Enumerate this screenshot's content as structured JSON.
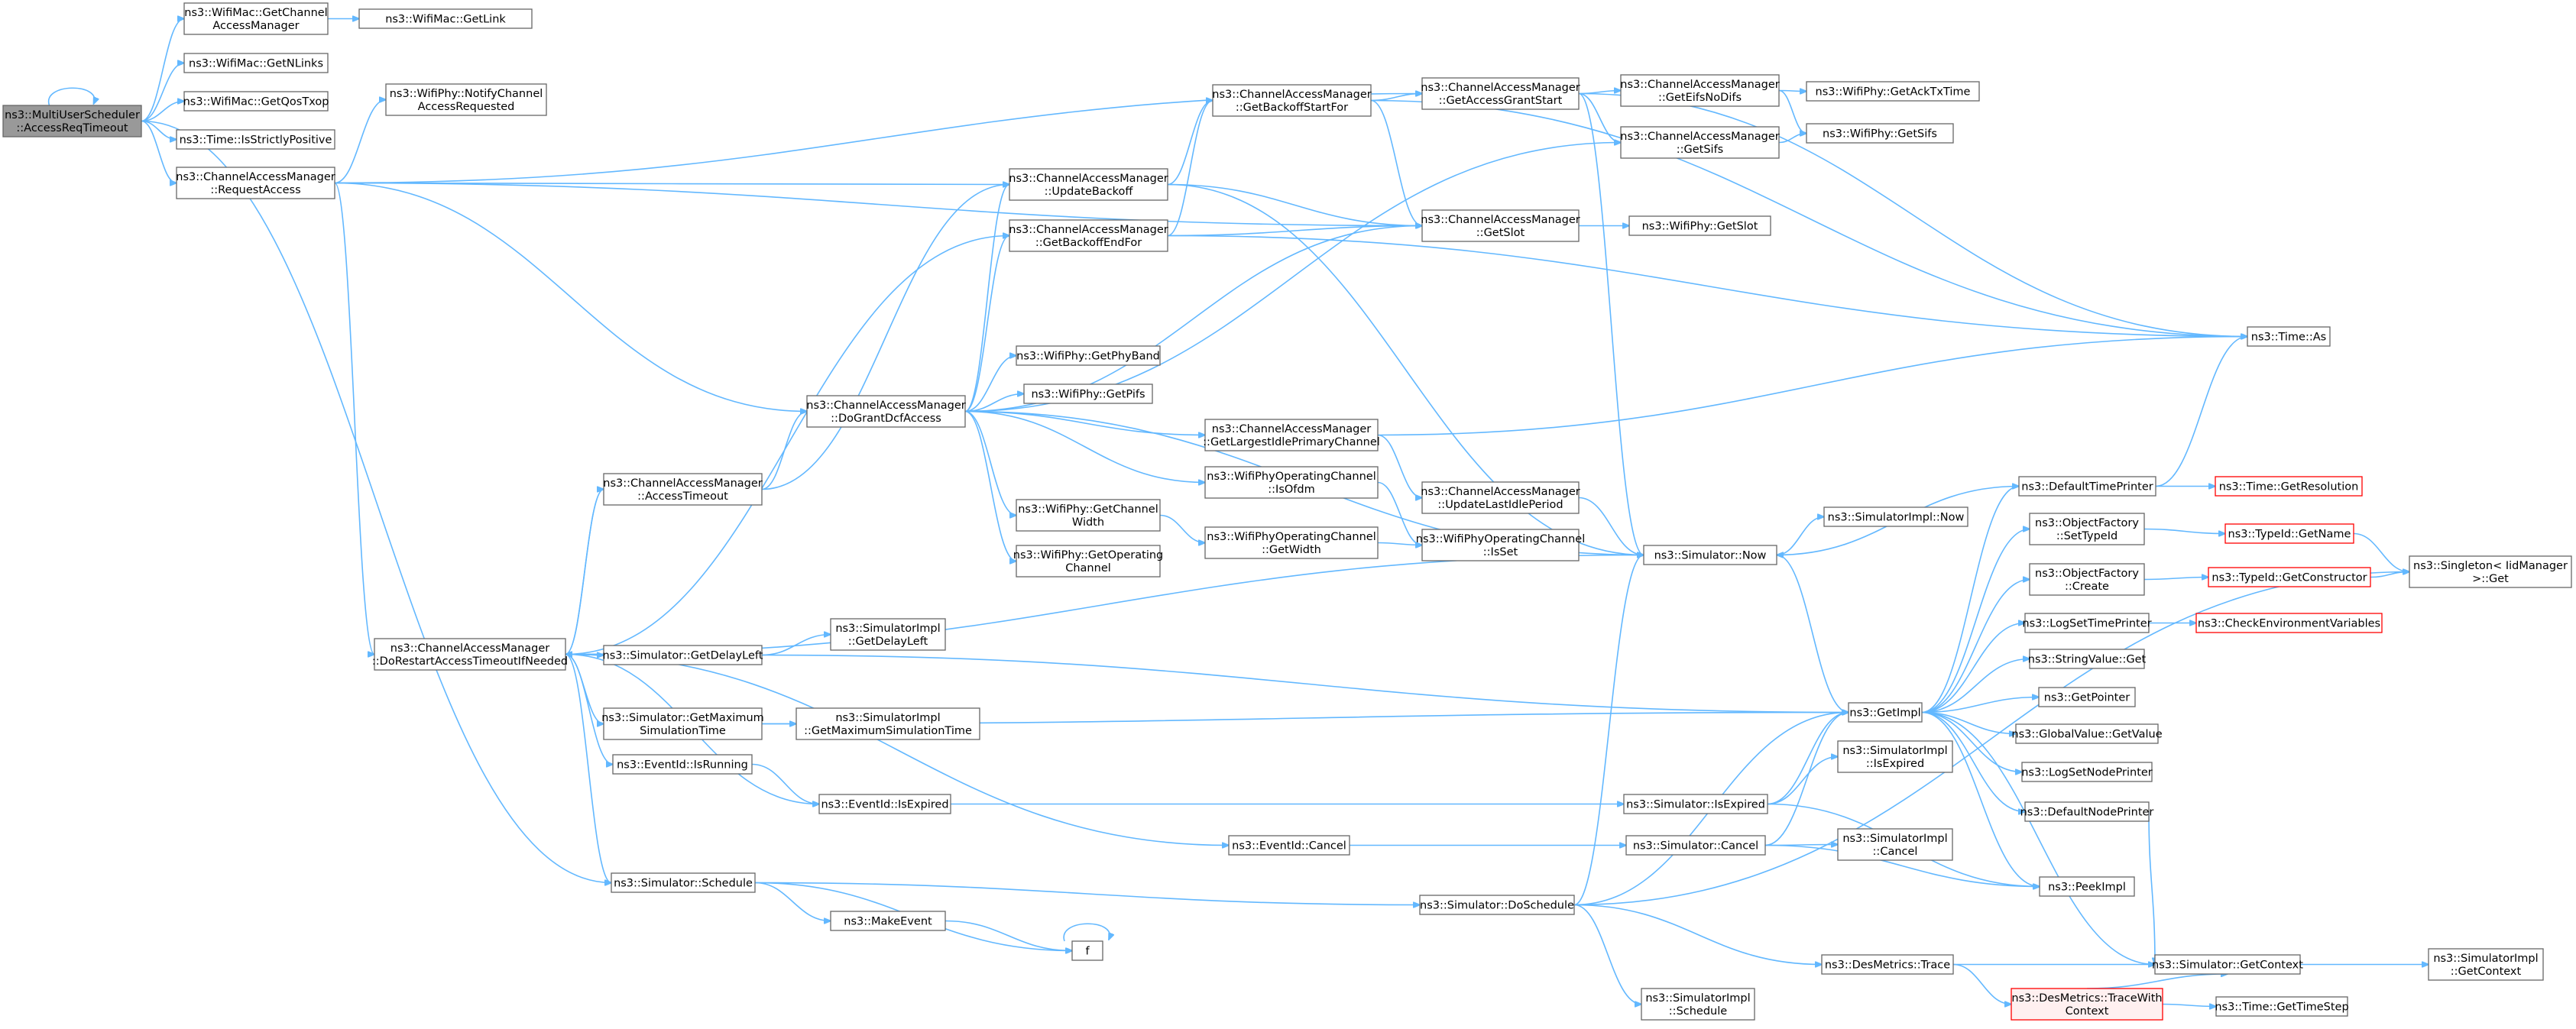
{
  "colors": {
    "edge": "#63b8ff",
    "root_fill": "#999999",
    "node_border": "#666666",
    "truncated_border": "#ff0000"
  },
  "nodes": [
    {
      "id": "root",
      "lines": [
        "ns3::MultiUserScheduler",
        "::AccessReqTimeout"
      ],
      "kind": "root"
    },
    {
      "id": "getchan",
      "lines": [
        "ns3::WifiMac::GetChannel",
        "AccessManager"
      ]
    },
    {
      "id": "getlink",
      "lines": [
        "ns3::WifiMac::GetLink"
      ]
    },
    {
      "id": "getnlinks",
      "lines": [
        "ns3::WifiMac::GetNLinks"
      ]
    },
    {
      "id": "getqostxop",
      "lines": [
        "ns3::WifiMac::GetQosTxop"
      ]
    },
    {
      "id": "strictpos",
      "lines": [
        "ns3::Time::IsStrictlyPositive"
      ]
    },
    {
      "id": "reqaccess",
      "lines": [
        "ns3::ChannelAccessManager",
        "::RequestAccess"
      ]
    },
    {
      "id": "notifyreq",
      "lines": [
        "ns3::WifiPhy::NotifyChannel",
        "AccessRequested"
      ]
    },
    {
      "id": "backoffstart",
      "lines": [
        "ns3::ChannelAccessManager",
        "::GetBackoffStartFor"
      ]
    },
    {
      "id": "grantstart",
      "lines": [
        "ns3::ChannelAccessManager",
        "::GetAccessGrantStart"
      ]
    },
    {
      "id": "eifsnodifs",
      "lines": [
        "ns3::ChannelAccessManager",
        "::GetEifsNoDifs"
      ]
    },
    {
      "id": "acktx",
      "lines": [
        "ns3::WifiPhy::GetAckTxTime"
      ]
    },
    {
      "id": "sifs",
      "lines": [
        "ns3::ChannelAccessManager",
        "::GetSifs"
      ]
    },
    {
      "id": "physifs",
      "lines": [
        "ns3::WifiPhy::GetSifs"
      ]
    },
    {
      "id": "updatebackoff",
      "lines": [
        "ns3::ChannelAccessManager",
        "::UpdateBackoff"
      ]
    },
    {
      "id": "backoffend",
      "lines": [
        "ns3::ChannelAccessManager",
        "::GetBackoffEndFor"
      ]
    },
    {
      "id": "getslot",
      "lines": [
        "ns3::ChannelAccessManager",
        "::GetSlot"
      ]
    },
    {
      "id": "physlot",
      "lines": [
        "ns3::WifiPhy::GetSlot"
      ]
    },
    {
      "id": "timeas",
      "lines": [
        "ns3::Time::As"
      ]
    },
    {
      "id": "phyband",
      "lines": [
        "ns3::WifiPhy::GetPhyBand"
      ]
    },
    {
      "id": "grantdcf",
      "lines": [
        "ns3::ChannelAccessManager",
        "::DoGrantDcfAccess"
      ]
    },
    {
      "id": "pifs",
      "lines": [
        "ns3::WifiPhy::GetPifs"
      ]
    },
    {
      "id": "largestidle",
      "lines": [
        "ns3::ChannelAccessManager",
        "::GetLargestIdlePrimaryChannel"
      ]
    },
    {
      "id": "isofdm",
      "lines": [
        "ns3::WifiPhyOperatingChannel",
        "::IsOfdm"
      ]
    },
    {
      "id": "updatelastidle",
      "lines": [
        "ns3::ChannelAccessManager",
        "::UpdateLastIdlePeriod"
      ]
    },
    {
      "id": "accesstimeout",
      "lines": [
        "ns3::ChannelAccessManager",
        "::AccessTimeout"
      ]
    },
    {
      "id": "chanwidth",
      "lines": [
        "ns3::WifiPhy::GetChannel",
        "Width"
      ]
    },
    {
      "id": "getwidth",
      "lines": [
        "ns3::WifiPhyOperatingChannel",
        "::GetWidth"
      ]
    },
    {
      "id": "opisset",
      "lines": [
        "ns3::WifiPhyOperatingChannel",
        "::IsSet"
      ]
    },
    {
      "id": "getopchan",
      "lines": [
        "ns3::WifiPhy::GetOperating",
        "Channel"
      ]
    },
    {
      "id": "simnow",
      "lines": [
        "ns3::Simulator::Now"
      ]
    },
    {
      "id": "simimplnow",
      "lines": [
        "ns3::SimulatorImpl::Now"
      ]
    },
    {
      "id": "defaulttime",
      "lines": [
        "ns3::DefaultTimePrinter"
      ]
    },
    {
      "id": "getres",
      "lines": [
        "ns3::Time::GetResolution"
      ],
      "kind": "trunc"
    },
    {
      "id": "settypeid",
      "lines": [
        "ns3::ObjectFactory",
        "::SetTypeId"
      ]
    },
    {
      "id": "getname",
      "lines": [
        "ns3::TypeId::GetName"
      ],
      "kind": "trunc"
    },
    {
      "id": "singleton",
      "lines": [
        "ns3::Singleton< IidManager",
        ">::Get"
      ]
    },
    {
      "id": "ofcreate",
      "lines": [
        "ns3::ObjectFactory",
        "::Create"
      ]
    },
    {
      "id": "getctor",
      "lines": [
        "ns3::TypeId::GetConstructor"
      ],
      "kind": "trunc"
    },
    {
      "id": "logsettime",
      "lines": [
        "ns3::LogSetTimePrinter"
      ]
    },
    {
      "id": "checkenv",
      "lines": [
        "ns3::CheckEnvironmentVariables"
      ],
      "kind": "trunc"
    },
    {
      "id": "strget",
      "lines": [
        "ns3::StringValue::Get"
      ]
    },
    {
      "id": "getptr",
      "lines": [
        "ns3::GetPointer"
      ]
    },
    {
      "id": "getimpl",
      "lines": [
        "ns3::GetImpl"
      ]
    },
    {
      "id": "globalval",
      "lines": [
        "ns3::GlobalValue::GetValue"
      ]
    },
    {
      "id": "logsetnode",
      "lines": [
        "ns3::LogSetNodePrinter"
      ]
    },
    {
      "id": "defaultnode",
      "lines": [
        "ns3::DefaultNodePrinter"
      ]
    },
    {
      "id": "restart",
      "lines": [
        "ns3::ChannelAccessManager",
        "::DoRestartAccessTimeoutIfNeeded"
      ]
    },
    {
      "id": "delayleft",
      "lines": [
        "ns3::Simulator::GetDelayLeft"
      ]
    },
    {
      "id": "impldelay",
      "lines": [
        "ns3::SimulatorImpl",
        "::GetDelayLeft"
      ]
    },
    {
      "id": "maxsim",
      "lines": [
        "ns3::Simulator::GetMaximum",
        "SimulationTime"
      ]
    },
    {
      "id": "implmax",
      "lines": [
        "ns3::SimulatorImpl",
        "::GetMaximumSimulationTime"
      ]
    },
    {
      "id": "isrunning",
      "lines": [
        "ns3::EventId::IsRunning"
      ]
    },
    {
      "id": "evexpired",
      "lines": [
        "ns3::EventId::IsExpired"
      ]
    },
    {
      "id": "simexpired",
      "lines": [
        "ns3::Simulator::IsExpired"
      ]
    },
    {
      "id": "implexpired",
      "lines": [
        "ns3::SimulatorImpl",
        "::IsExpired"
      ]
    },
    {
      "id": "evcancel",
      "lines": [
        "ns3::EventId::Cancel"
      ]
    },
    {
      "id": "simcancel",
      "lines": [
        "ns3::Simulator::Cancel"
      ]
    },
    {
      "id": "implcancel",
      "lines": [
        "ns3::SimulatorImpl",
        "::Cancel"
      ]
    },
    {
      "id": "peekimpl",
      "lines": [
        "ns3::PeekImpl"
      ]
    },
    {
      "id": "schedule",
      "lines": [
        "ns3::Simulator::Schedule"
      ]
    },
    {
      "id": "doschedule",
      "lines": [
        "ns3::Simulator::DoSchedule"
      ]
    },
    {
      "id": "makeevent",
      "lines": [
        "ns3::MakeEvent"
      ]
    },
    {
      "id": "f",
      "lines": [
        "f"
      ]
    },
    {
      "id": "destrace",
      "lines": [
        "ns3::DesMetrics::Trace"
      ]
    },
    {
      "id": "getcontext",
      "lines": [
        "ns3::Simulator::GetContext"
      ]
    },
    {
      "id": "implgetctx",
      "lines": [
        "ns3::SimulatorImpl",
        "::GetContext"
      ]
    },
    {
      "id": "tracectx",
      "lines": [
        "ns3::DesMetrics::TraceWith",
        "Context"
      ],
      "kind": "truncbg"
    },
    {
      "id": "timestep",
      "lines": [
        "ns3::Time::GetTimeStep"
      ]
    },
    {
      "id": "implsched",
      "lines": [
        "ns3::SimulatorImpl",
        "::Schedule"
      ]
    }
  ]
}
